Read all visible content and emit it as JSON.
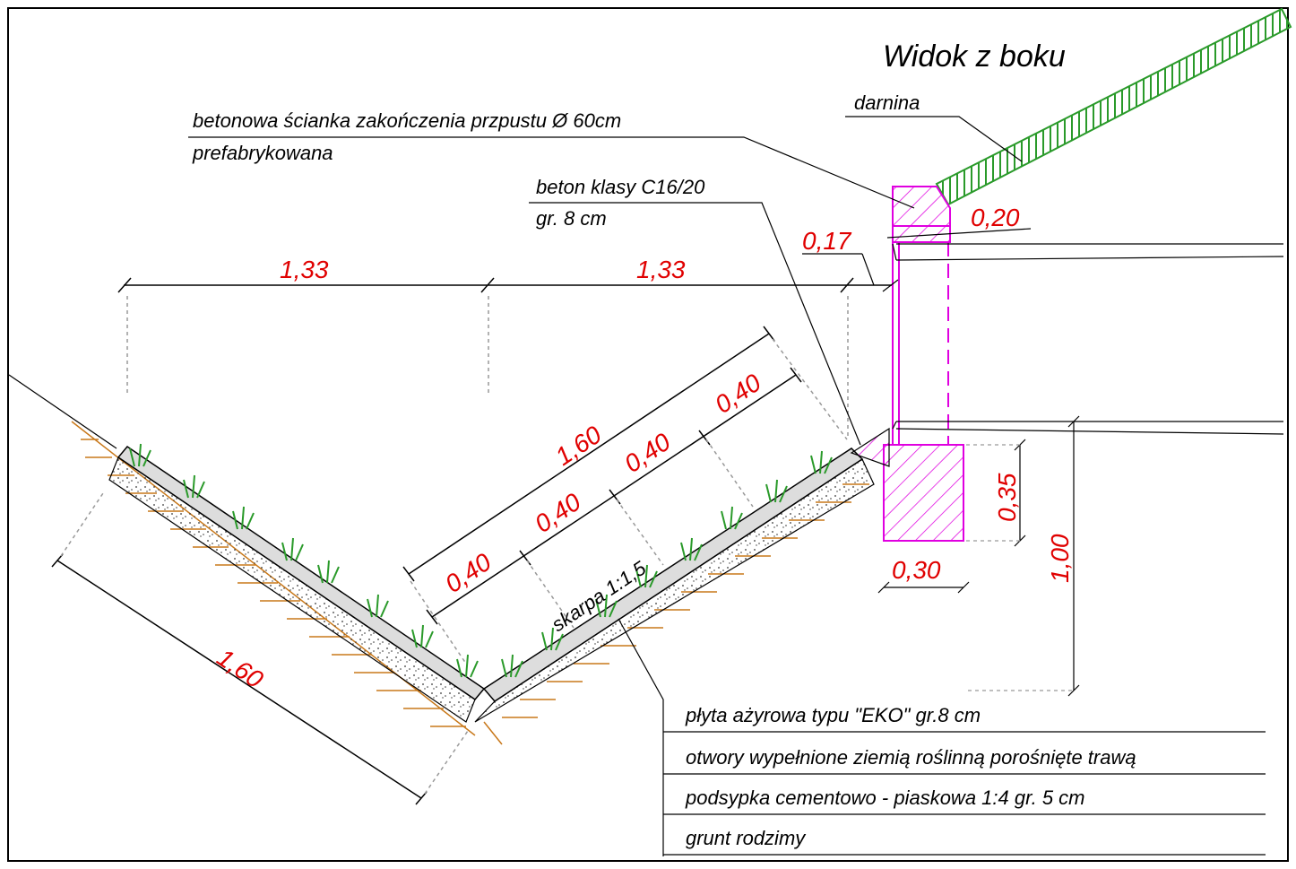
{
  "title": "Widok z  boku",
  "labels": {
    "darnina": "darnina",
    "wall_line1": "betonowa ścianka zakończenia przpustu Ø 60cm",
    "wall_line2": "prefabrykowana",
    "concrete_line1": "beton klasy C16/20",
    "concrete_line2": "gr. 8 cm",
    "slope": "skarpa 1:1,5"
  },
  "dimensions": {
    "top_left": "1,33",
    "top_right": "1,33",
    "d017": "0,17",
    "d020": "0,20",
    "slope_total": "1,60",
    "seg1": "0,40",
    "seg2": "0,40",
    "seg3": "0,40",
    "seg4": "0,40",
    "left_slope": "1,60",
    "d035": "0,35",
    "d030": "0,30",
    "d100": "1,00"
  },
  "legend": [
    "płyta ażyrowa typu \"EKO\" gr.8 cm",
    "otwory wypełnione ziemią roślinną porośnięte trawą",
    "podsypka cementowo - piaskowa 1:4  gr. 5 cm",
    "grunt rodzimy"
  ],
  "colors": {
    "dimension": "#e00000",
    "wall": "#e000e0",
    "turf": "#2a9a2a",
    "soil": "#c8781a",
    "line": "#000000"
  }
}
